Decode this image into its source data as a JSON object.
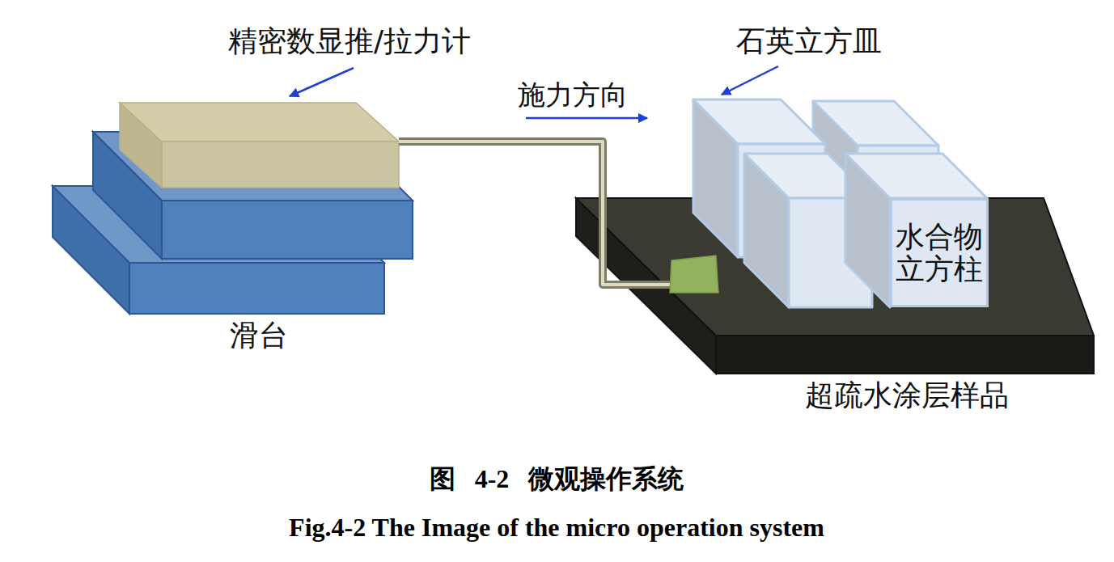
{
  "diagram": {
    "caption": "图 4-2 微观操作系统",
    "nodes": [
      {
        "text": [
          "水合物 立方柱"
        ]
      }
    ],
    "labels": [
      "精密数显推/拉力计",
      "石英立方皿",
      "施力方向",
      "滑台",
      "超疏水涂层样品",
      "Fig.4-2 The Image of the micro operation system"
    ]
  }
}
